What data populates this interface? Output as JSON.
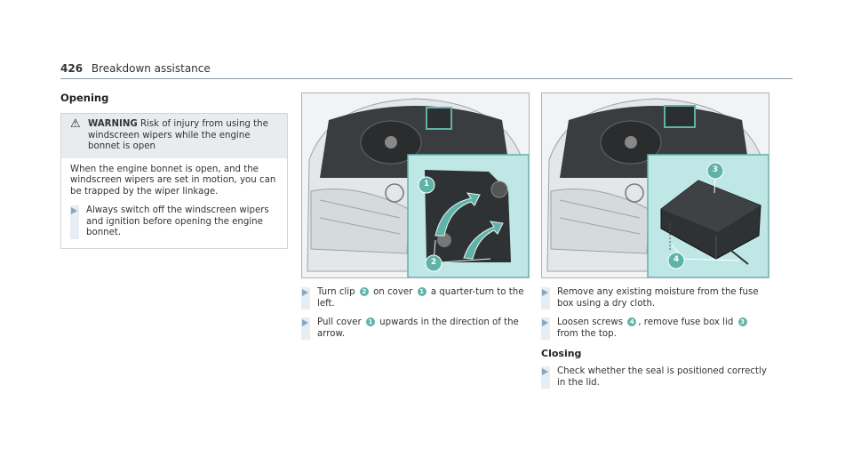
{
  "header": {
    "page_number": "426",
    "title": "Breakdown assistance"
  },
  "left": {
    "heading": "Opening",
    "warning": {
      "label": "WARNING",
      "text": "Risk of injury from using the windscreen wipers while the engine bonnet is open",
      "body": "When the engine bonnet is open, and the windscreen wipers are set in motion, you can be trapped by the wiper linkage.",
      "step": "Always switch off the windscreen wipers and ignition before opening the engine bonnet."
    }
  },
  "middle": {
    "step1": {
      "a": "Turn clip",
      "b": "on cover",
      "c": "a quarter-turn to the left."
    },
    "step2": {
      "a": "Pull cover",
      "b": "upwards in the direction of the arrow."
    }
  },
  "right": {
    "step1": "Remove any existing moisture from the fuse box using a dry cloth.",
    "step2": {
      "a": "Loosen screws",
      "b": ", remove fuse box lid",
      "c": "from the top."
    },
    "closing_heading": "Closing",
    "step3": "Check whether the seal is positioned correctly in the lid."
  },
  "callouts": {
    "c1": "1",
    "c2": "2",
    "c3": "3",
    "c4": "4"
  },
  "colors": {
    "teal": "#5fb3a7",
    "inset_bg": "#bfe7e6",
    "arrow": "#86a7c2"
  }
}
